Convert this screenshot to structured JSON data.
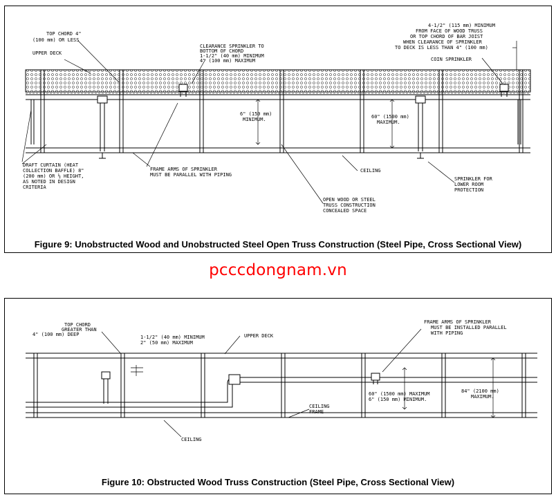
{
  "watermark": "pcccdongnam.vn",
  "figure9": {
    "caption": "Figure 9:  Unobstructed Wood and Unobstructed Steel Open Truss Construction (Steel Pipe, Cross Sectional View)",
    "labels": {
      "top_chord": [
        "TOP CHORD 4\"",
        "(100 mm) OR LESS"
      ],
      "upper_deck": "UPPER DECK",
      "clearance_sprinkler": [
        "CLEARANCE SPRINKLER TO",
        "BOTTOM OF CHORD",
        "1-1/2\" (40 mm) MINIMUM",
        "4\" (100 mm) MAXIMUM"
      ],
      "wood_truss_note": [
        "4-1/2\" (115 mm) MINIMUM",
        "FROM FACE OF WOOD TRUSS",
        "OR TOP CHORD OF BAR JOIST",
        "WHEN CLEARANCE OF SPRINKLER",
        "TO DECK IS LESS THAN 4\" (100 mm)"
      ],
      "coin_sprinkler": "COIN SPRINKLER",
      "min_6": [
        "6\" (150 mm)",
        "MINIMUM."
      ],
      "max_60": [
        "60\" (1500 mm)",
        "MAXIMUM."
      ],
      "draft_curtain": [
        "DRAFT CURTAIN (HEAT",
        "COLLECTION BAFFLE) 8\"",
        "(200 mm) OR ½ HEIGHT,",
        "AS NOTED IN DESIGN",
        "CRITERIA"
      ],
      "frame_arms": [
        "FRAME ARMS OF SPRINKLER",
        "MUST BE PARALLEL WITH PIPING"
      ],
      "ceiling": "CEILING",
      "open_truss": [
        "OPEN WOOD OR STEEL",
        "TRUSS CONSTRUCTION",
        "CONCEALED SPACE"
      ],
      "lower_room": [
        "SPRINKLER FOR",
        "LOWER ROOM",
        "PROTECTION"
      ]
    }
  },
  "figure10": {
    "caption": "Figure 10:  Obstructed Wood Truss Construction (Steel Pipe, Cross Sectional View)",
    "labels": {
      "top_chord": [
        "TOP CHORD",
        "GREATER THAN",
        "4\" (100 mm) DEEP"
      ],
      "clearance": [
        "1-1/2\" (40 mm) MINIMUM",
        "2\" (50 mm) MAXIMUM"
      ],
      "upper_deck": "UPPER DECK",
      "frame_arms": [
        "FRAME ARMS OF SPRINKLER",
        "MUST BE INSTALLED PARALLEL",
        "WITH PIPING"
      ],
      "max_60": [
        "60\" (1500 mm) MAXIMUM",
        "6\" (150 mm) MINIMUM."
      ],
      "dim_84": [
        "84\" (2100 mm)",
        "MAXIMUM."
      ],
      "ceiling_frame": [
        "CEILING",
        "FRAME"
      ],
      "ceiling": "CEILING"
    }
  }
}
